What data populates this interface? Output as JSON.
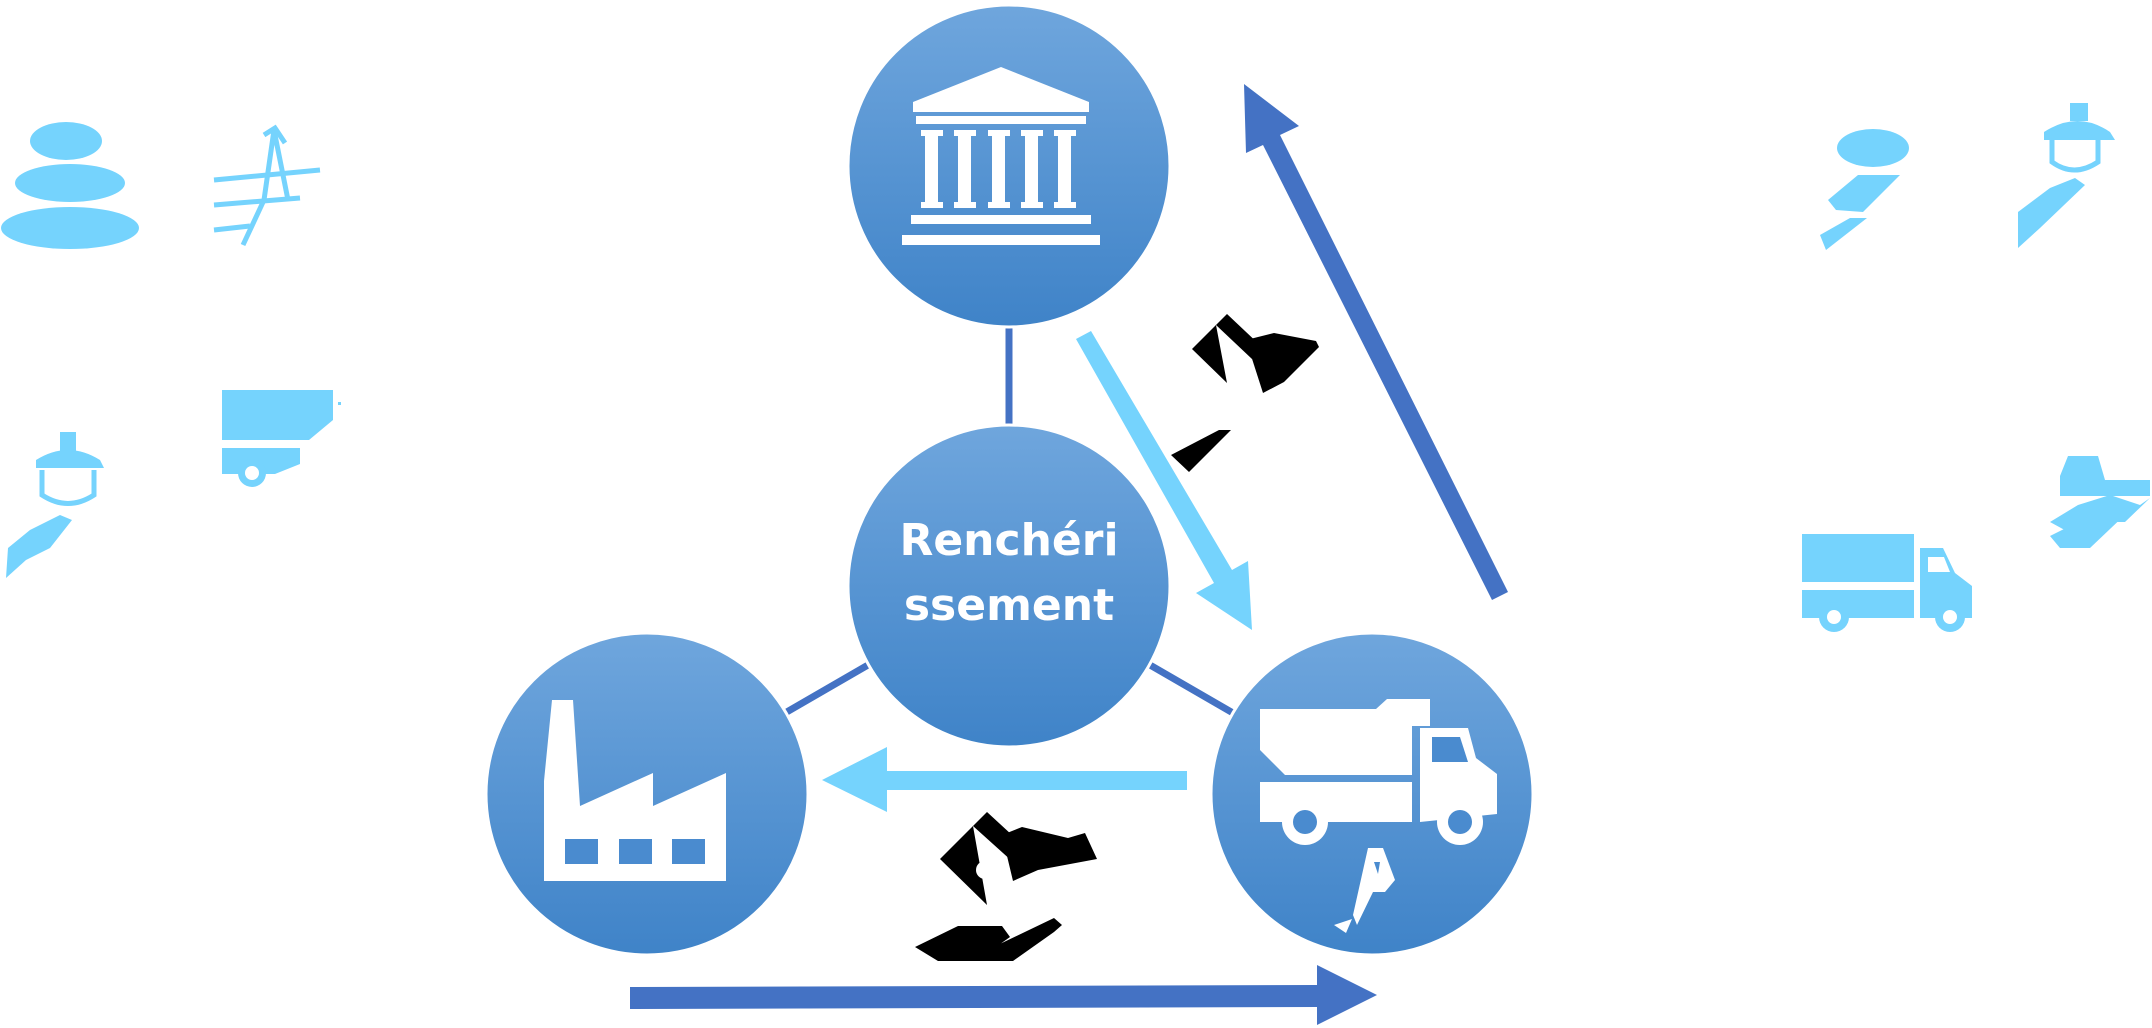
{
  "center": {
    "line1": "Renchéri",
    "line2": "ssement"
  },
  "colors": {
    "circle_top": "#6fa6dd",
    "circle_bottom": "#3f83c8",
    "dark_blue": "#4472c4",
    "light_blue": "#75d3fd",
    "icon_black": "#000000",
    "icon_white": "#ffffff"
  },
  "nodes": [
    {
      "name": "node-government",
      "icon": "government-building-icon"
    },
    {
      "name": "node-center",
      "icon": "none"
    },
    {
      "name": "node-factory",
      "icon": "factory-icon"
    },
    {
      "name": "node-transport",
      "icon": "dump-truck-icon"
    }
  ],
  "side_icons": {
    "left": [
      "stones-icon",
      "power-pylon-icon",
      "worker-icon",
      "truck-icon"
    ],
    "right": [
      "person-icon",
      "worker-icon",
      "car-icon",
      "truck-icon"
    ]
  }
}
